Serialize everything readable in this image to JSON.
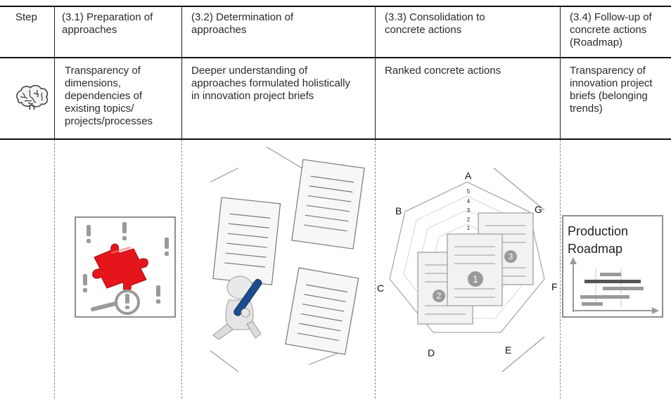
{
  "table": {
    "header": {
      "step": "Step",
      "col1": "(3.1) Preparation of approaches",
      "col2": "(3.2) Determination of approaches",
      "col3": "(3.3) Consolidation to concrete actions",
      "col4": "(3.4) Follow-up of concrete actions (Roadmap)"
    },
    "results": {
      "icon": "brain-icon",
      "col1": "Transparency of dimensions, dependencies of existing topics/ projects/processes",
      "col2": "Deeper understanding of approaches formulated holistically in innovation project briefs",
      "col3": "Ranked concrete actions",
      "col4": "Transparency of innovation project briefs (belonging trends)"
    }
  },
  "illustrations": {
    "col1": {
      "icons": [
        "puzzle-piece-icon",
        "exclamation-icon",
        "magnifier-icon"
      ],
      "accent": "#e4161b"
    },
    "col2": {
      "icons": [
        "document-icon",
        "figure-writing-icon"
      ]
    },
    "col3": {
      "radar_axes": [
        "A",
        "G",
        "F",
        "E",
        "D",
        "C",
        "B"
      ],
      "scale": [
        "5",
        "4",
        "3",
        "2",
        "1"
      ],
      "ranks": [
        "1",
        "2",
        "3"
      ]
    },
    "col4": {
      "title_line1": "Production",
      "title_line2": "Roadmap",
      "icons": [
        "gantt-chart-icon"
      ]
    }
  }
}
